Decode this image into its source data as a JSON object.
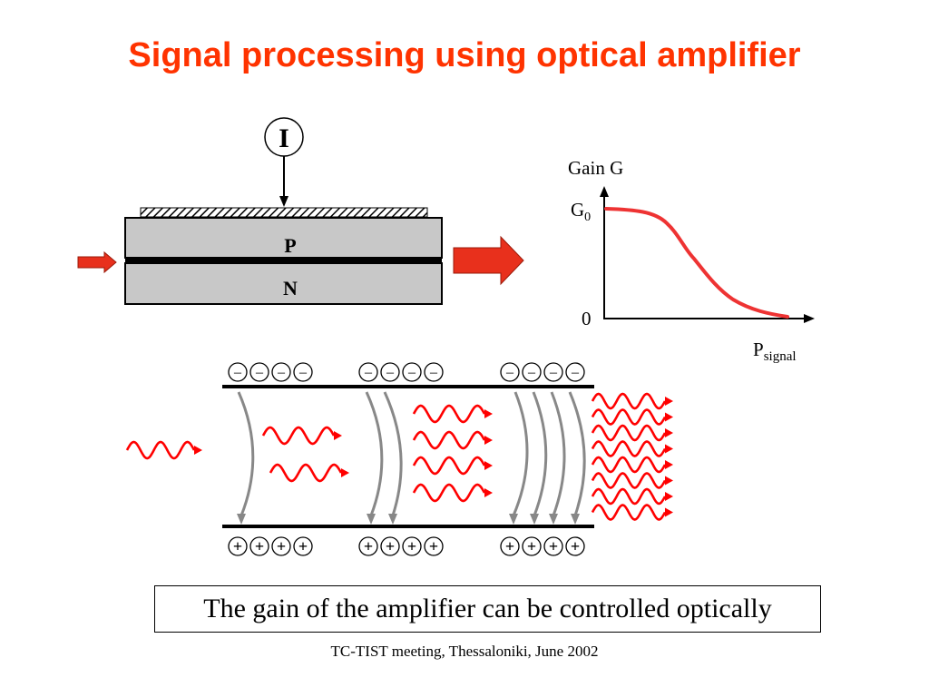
{
  "title": "Signal processing using optical amplifier",
  "device": {
    "current_label": "I",
    "p_label": "P",
    "n_label": "N"
  },
  "graph": {
    "y_axis_label": "Gain G",
    "g0_main": "G",
    "g0_sub": "0",
    "origin_label": "0",
    "x_axis_main": "P",
    "x_axis_sub": "signal"
  },
  "carriers": {
    "negative_sign": "–",
    "positive_sign": "+"
  },
  "caption": "The gain of the amplifier can be controlled optically",
  "footer": "TC-TIST meeting, Thessaloniki, June 2002",
  "colors": {
    "title": "#ff3300",
    "arrow": "#e8301c",
    "wave": "#ff0000",
    "layer": "#c8c8c8",
    "transition": "#888888"
  }
}
